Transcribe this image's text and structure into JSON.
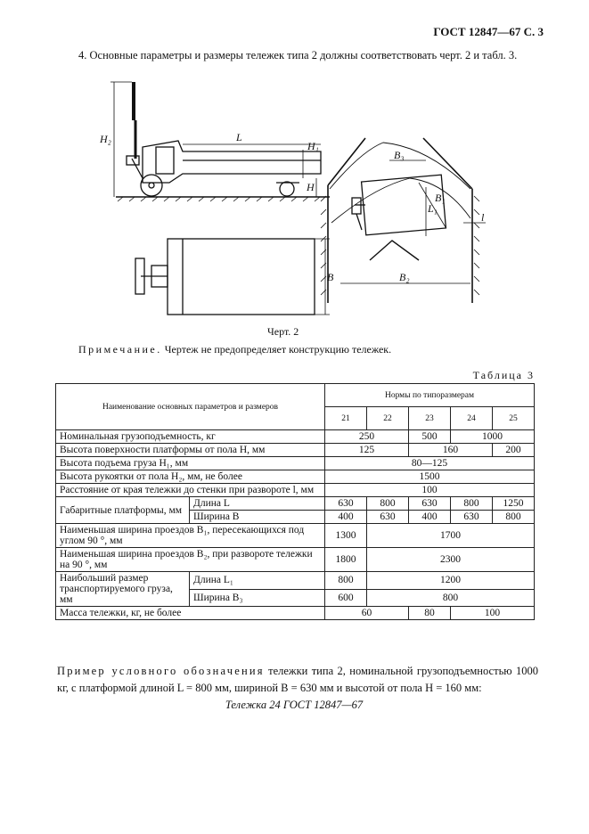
{
  "header": "ГОСТ 12847—67 С. 3",
  "intro": "4. Основные параметры и размеры тележек типа 2 должны соответствовать черт. 2 и табл. 3.",
  "drawing": {
    "labels": {
      "h2": "H₂",
      "l": "L",
      "h1": "H₁",
      "h": "H",
      "b": "B",
      "l_clear": "l",
      "b3": "B₃",
      "b1": "B₁",
      "l1": "L₁",
      "b2": "B₂"
    }
  },
  "caption": "Черт. 2",
  "note": {
    "lead": "Примечание.",
    "text": " Чертеж не предопределяет конструкцию тележек."
  },
  "table_title": "Таблица 3",
  "table": {
    "head_param": "Наименование основных параметров и размеров",
    "head_norms": "Нормы по типоразмерам",
    "sizes": [
      "21",
      "22",
      "23",
      "24",
      "25"
    ],
    "rows": {
      "capacity": {
        "label": "Номинальная грузоподъемность, кг",
        "v1": "250",
        "v2": "500",
        "v3": "1000"
      },
      "platform_height": {
        "label": "Высота поверхности платформы от пола H, мм",
        "v1": "125",
        "v2": "160",
        "v3": "200"
      },
      "lift_height": {
        "label": "Высота подъема груза H₁, мм",
        "v1": "80—125"
      },
      "handle_height": {
        "label": "Высота рукоятки от пола H₂, мм, не более",
        "v1": "1500"
      },
      "wall_distance": {
        "label": "Расстояние от края тележки до стенки при развороте l, мм",
        "v1": "100"
      },
      "platform_dims": {
        "label": "Габаритные платформы, мм",
        "length_label": "Длина L",
        "length": [
          "630",
          "800",
          "630",
          "800",
          "1250"
        ],
        "width_label": "Ширина B",
        "width": [
          "400",
          "630",
          "400",
          "630",
          "800"
        ]
      },
      "passage_b1": {
        "label": "Наименьшая ширина проездов B₁, пересекающихся под углом 90 °, мм",
        "v1": "1300",
        "v2": "1700"
      },
      "passage_b2": {
        "label": "Наименьшая ширина проездов B₂, при развороте тележки на 90 °, мм",
        "v1": "1800",
        "v2": "2300"
      },
      "cargo": {
        "label": "Наибольший размер транспортируемого груза, мм",
        "length_label": "Длина L₁",
        "length_v1": "800",
        "length_v2": "1200",
        "width_label": "Ширина B₃",
        "width_v1": "600",
        "width_v2": "800"
      },
      "mass": {
        "label": "Масса тележки, кг, не более",
        "v1": "60",
        "v2": "80",
        "v3": "100"
      }
    }
  },
  "example": {
    "lead": "Пример условного обозначения",
    "text": " тележки типа 2, номинальной грузоподъемностью 1000 кг, с платформой длиной L = 800 мм, шириной B = 630 мм и высотой от пола H = 160 мм:",
    "designation": "Тележка 24 ГОСТ 12847—67"
  }
}
